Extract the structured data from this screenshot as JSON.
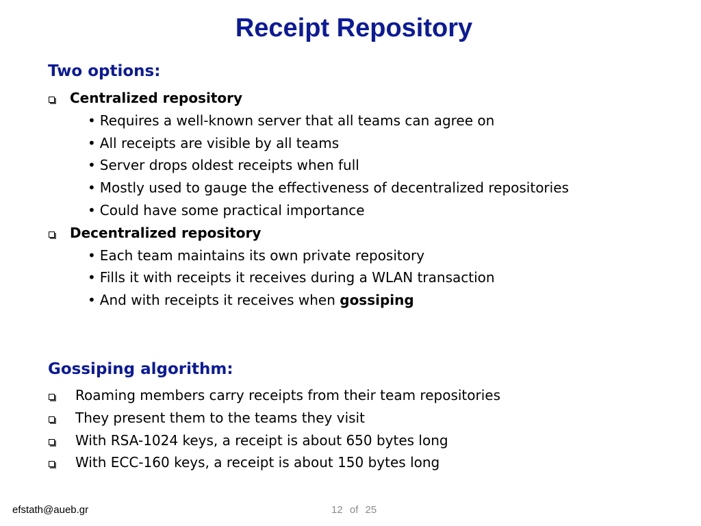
{
  "slide": {
    "title": "Receipt Repository",
    "section1": {
      "heading": "Two options:",
      "items": [
        {
          "label": "Centralized repository",
          "subitems": [
            "Requires a well-known server that all teams can agree on",
            "All receipts are visible by all teams",
            "Server drops oldest receipts when full",
            "Mostly used to gauge the effectiveness of decentralized repositories",
            "Could have some practical importance"
          ]
        },
        {
          "label": "Decentralized repository",
          "subitems": [
            "Each team maintains its own private repository",
            "Fills it with receipts it receives during a WLAN transaction",
            "And with receipts it receives when "
          ],
          "last_emphasis": "gossiping"
        }
      ]
    },
    "section2": {
      "heading": "Gossiping algorithm:",
      "items": [
        "Roaming members carry receipts from their team repositories",
        "They present them to the teams they visit",
        "With RSA-1024 keys, a receipt is about 650 bytes long",
        "With ECC-160 keys, a receipt is about 150 bytes long"
      ]
    },
    "bullet_glyph": "•"
  },
  "footer": {
    "email": "efstath@aueb.gr",
    "page_current": "12",
    "page_of": "of",
    "page_total": "25"
  },
  "colors": {
    "accent": "#0b1a9a",
    "text": "#000000",
    "footer_page": "#8a8a8a"
  }
}
